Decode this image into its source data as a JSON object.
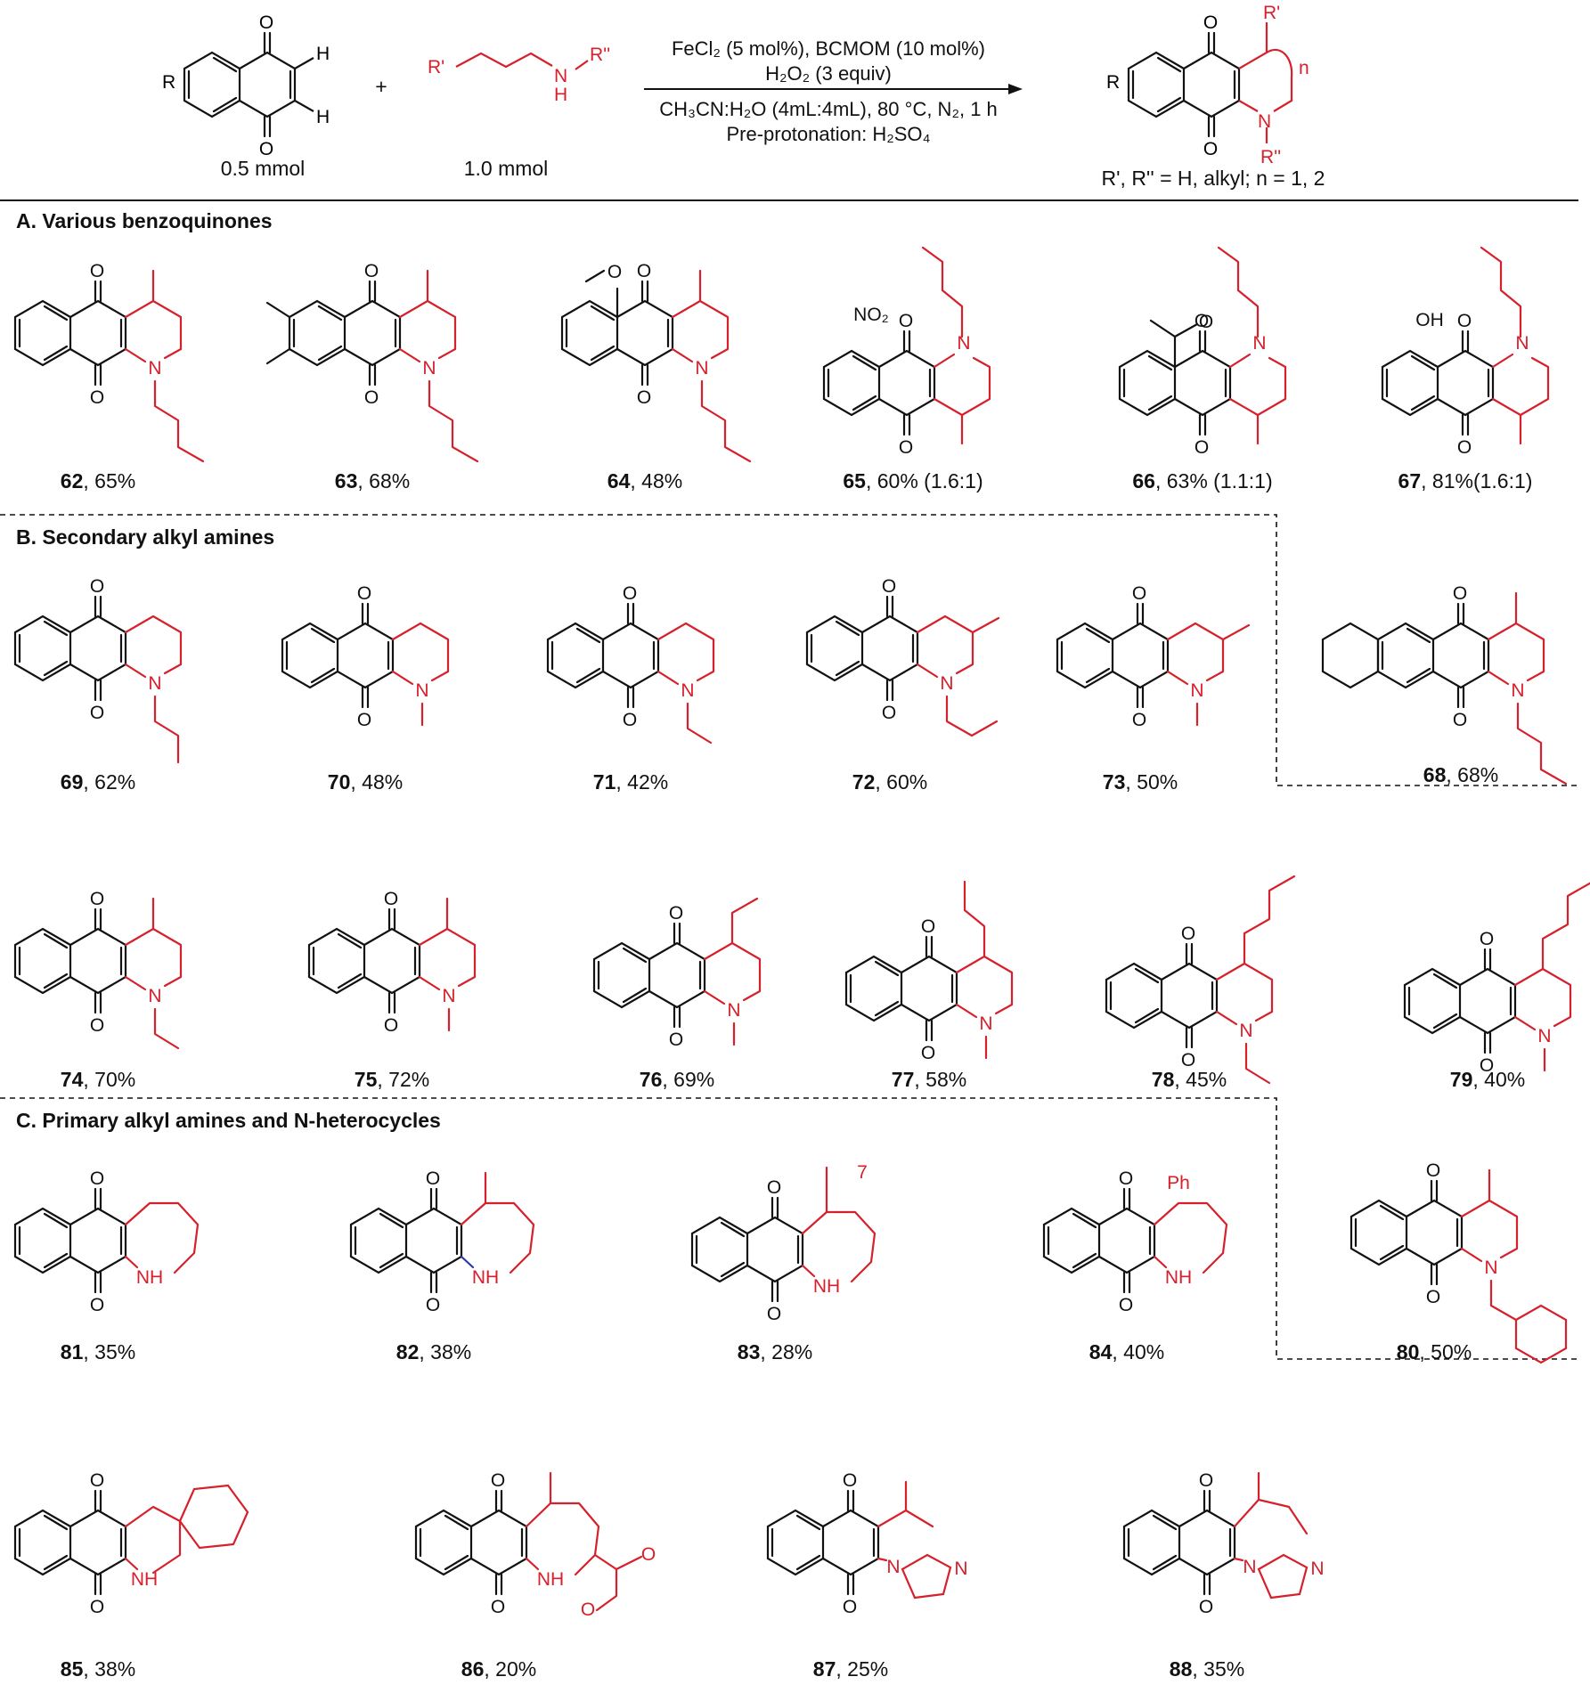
{
  "colors": {
    "black": "#111111",
    "red": "#d6202b",
    "blue": "#2a3a9a"
  },
  "atoms": {
    "O": "O",
    "N": "N",
    "NH": "NH",
    "H": "H",
    "R": "R",
    "R1": "R'",
    "R2": "R''",
    "n": "n",
    "Ph": "Ph",
    "OH": "OH",
    "NO2": "NO₂",
    "seven": "7"
  },
  "reaction": {
    "reactant1_amount": "0.5 mmol",
    "reactant2_amount": "1.0 mmol",
    "plus": "+",
    "conditions": [
      "FeCl₂ (5 mol%), BCMOM (10 mol%)",
      "H₂O₂ (3 equiv)",
      "CH₃CN:H₂O (4mL:4mL), 80 °C, N₂, 1 h",
      "Pre-protonation: H₂SO₄"
    ],
    "product_note": "R', R'' = H, alkyl; n = 1, 2"
  },
  "sections": {
    "A": "A.  Various benzoquinones",
    "B": "B.  Secondary alkyl amines",
    "C": "C.  Primary alkyl amines and N-heterocycles"
  },
  "compounds": [
    {
      "id": "62",
      "yield": ", 65%"
    },
    {
      "id": "63",
      "yield": ", 68%"
    },
    {
      "id": "64",
      "yield": ", 48%"
    },
    {
      "id": "65",
      "yield": ", 60% (1.6:1)"
    },
    {
      "id": "66",
      "yield": ", 63% (1.1:1)"
    },
    {
      "id": "67",
      "yield": ", 81%(1.6:1)"
    },
    {
      "id": "69",
      "yield": ", 62%"
    },
    {
      "id": "70",
      "yield": ", 48%"
    },
    {
      "id": "71",
      "yield": ", 42%"
    },
    {
      "id": "72",
      "yield": ", 60%"
    },
    {
      "id": "73",
      "yield": ", 50%"
    },
    {
      "id": "68",
      "yield": ", 68%"
    },
    {
      "id": "74",
      "yield": ", 70%"
    },
    {
      "id": "75",
      "yield": ", 72%"
    },
    {
      "id": "76",
      "yield": ", 69%"
    },
    {
      "id": "77",
      "yield": ", 58%"
    },
    {
      "id": "78",
      "yield": ", 45%"
    },
    {
      "id": "79",
      "yield": ", 40%"
    },
    {
      "id": "81",
      "yield": ", 35%"
    },
    {
      "id": "82",
      "yield": ", 38%"
    },
    {
      "id": "83",
      "yield": ", 28%"
    },
    {
      "id": "84",
      "yield": ", 40%"
    },
    {
      "id": "80",
      "yield": ", 50%"
    },
    {
      "id": "85",
      "yield": ", 38%"
    },
    {
      "id": "86",
      "yield": ", 20%"
    },
    {
      "id": "87",
      "yield": ", 25%"
    },
    {
      "id": "88",
      "yield": ", 35%"
    }
  ]
}
